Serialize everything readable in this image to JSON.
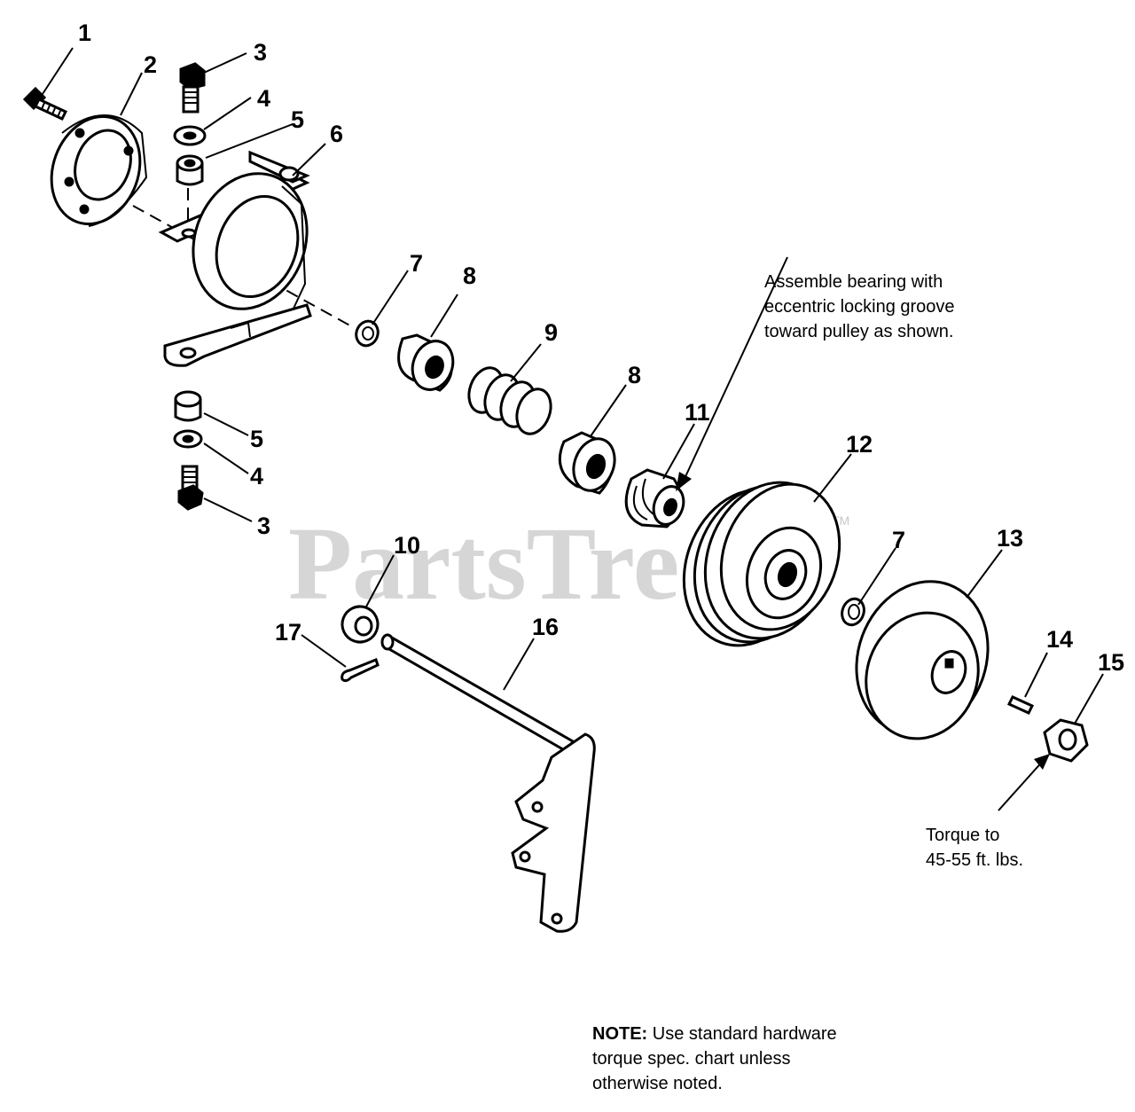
{
  "watermark": {
    "text": "PartsTree",
    "tm": "TM"
  },
  "callouts": [
    "1",
    "2",
    "3",
    "4",
    "5",
    "6",
    "7",
    "8",
    "9",
    "8",
    "11",
    "12",
    "7",
    "13",
    "14",
    "15",
    "10",
    "17",
    "16",
    "5",
    "4",
    "3"
  ],
  "notes": {
    "bearing": [
      "Assemble bearing with",
      "eccentric locking groove",
      "toward pulley as shown."
    ],
    "torque": [
      "Torque to",
      "45-55 ft. lbs."
    ],
    "footnote_label": "NOTE:",
    "footnote_rest": " Use standard hardware",
    "footnote": [
      "torque spec. chart unless",
      "otherwise noted."
    ]
  }
}
